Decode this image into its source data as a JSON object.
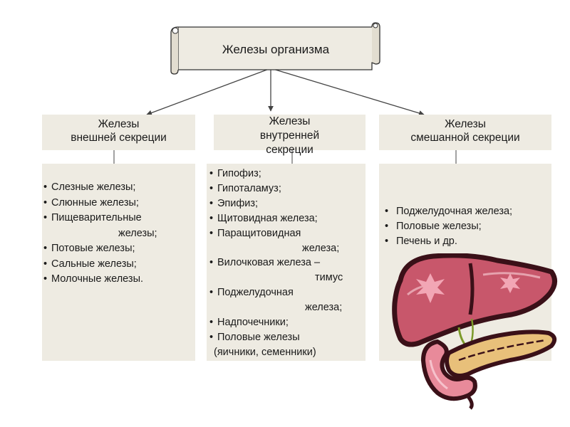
{
  "diagram": {
    "title": "Железы организма",
    "categories": [
      {
        "id": "external",
        "label": "Железы\nвнешней секреции",
        "items": [
          {
            "text": "Слезные железы;"
          },
          {
            "text": "Слюнные железы;"
          },
          {
            "text": "Пищеварительные",
            "cont": "железы;"
          },
          {
            "text": "Потовые железы;"
          },
          {
            "text": "Сальные железы;"
          },
          {
            "text": "Молочные железы."
          }
        ]
      },
      {
        "id": "internal",
        "label": "Железы\nвнутренней\nсекреции",
        "items": [
          {
            "text": "Гипофиз;"
          },
          {
            "text": "Гипоталамуз;"
          },
          {
            "text": "Эпифиз;"
          },
          {
            "text": "Щитовидная железа;"
          },
          {
            "text": "Паращитовидная",
            "cont": "железа;"
          },
          {
            "text": "Вилочковая железа –",
            "cont": "тимус"
          },
          {
            "text": "Поджелудочная",
            "cont": "железа;"
          },
          {
            "text": "Надпочечники;"
          },
          {
            "text": "Половые железы",
            "cont": "(яичники, семенники)"
          }
        ]
      },
      {
        "id": "mixed",
        "label": "Железы\nсмешанной секреции",
        "items": [
          {
            "text": "Поджелудочная железа;"
          },
          {
            "text": "Половые железы;"
          },
          {
            "text": "Печень  и др."
          }
        ]
      }
    ],
    "bullet": "•",
    "illustration": "liver-pancreas-illustration",
    "colors": {
      "box_fill": "#eeebe2",
      "scroll_fill": "#eeebe2",
      "line": "#444444",
      "liver": "#c8576b",
      "liver_dark": "#4a1a24"
    }
  }
}
